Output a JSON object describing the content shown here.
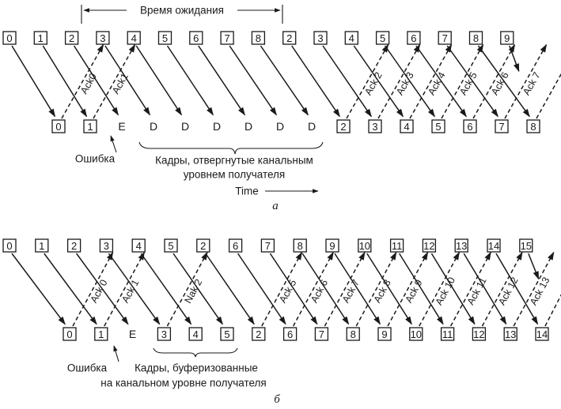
{
  "part_a": {
    "wait_label": "Время ожидания",
    "sent_frames": [
      "0",
      "1",
      "2",
      "3",
      "4",
      "5",
      "6",
      "7",
      "8",
      "2",
      "3",
      "4",
      "5",
      "6",
      "7",
      "8",
      "9"
    ],
    "received": [
      "0",
      "1",
      "E",
      "D",
      "D",
      "D",
      "D",
      "D",
      "D",
      "2",
      "3",
      "4",
      "5",
      "6",
      "7",
      "8"
    ],
    "acks": [
      "Ack0",
      "Ack1",
      "Ack 2",
      "Ack 3",
      "Ack 4",
      "Ack 5",
      "Ack 6",
      "Ack 7"
    ],
    "error_label": "Ошибка",
    "discarded_label_line1": "Кадры, отвергнутые канальным",
    "discarded_label_line2": "уровнем получателя",
    "time_label": "Time",
    "caption": "а"
  },
  "part_b": {
    "sent_frames": [
      "0",
      "1",
      "2",
      "3",
      "4",
      "5",
      "2",
      "6",
      "7",
      "8",
      "9",
      "10",
      "11",
      "12",
      "13",
      "14",
      "15"
    ],
    "received": [
      "0",
      "1",
      "E",
      "3",
      "4",
      "5",
      "2",
      "6",
      "7",
      "8",
      "9",
      "10",
      "11",
      "12",
      "13",
      "14"
    ],
    "acks": [
      "Ack 0",
      "Ack 1",
      "Nak 2",
      "Ack 5",
      "Ack 6",
      "Ack 7",
      "Ack 8",
      "Ack 9",
      "Ack 10",
      "Ack 11",
      "Ack 12",
      "Ack 13"
    ],
    "error_label": "Ошибка",
    "buffered_label_line1": "Кадры, буферизованные",
    "buffered_label_line2": "на канальном уровне получателя",
    "caption": "б"
  }
}
